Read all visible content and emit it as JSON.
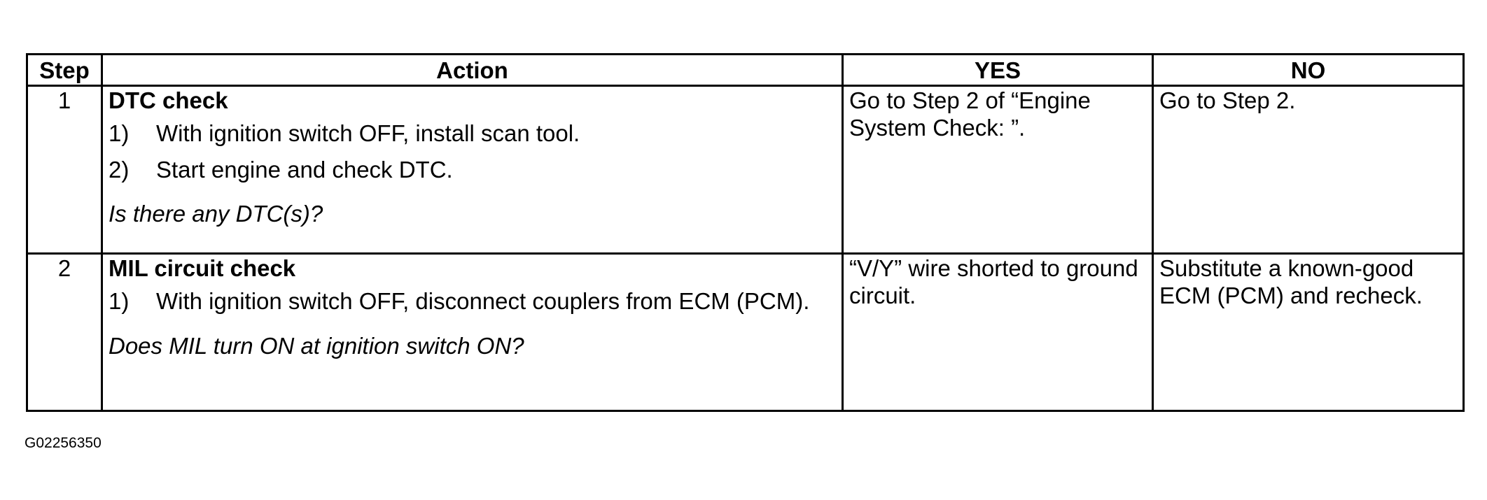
{
  "table": {
    "headers": {
      "step": "Step",
      "action": "Action",
      "yes": "YES",
      "no": "NO"
    },
    "rows": [
      {
        "step": "1",
        "title": "DTC check",
        "substeps": [
          {
            "num": "1)",
            "text": "With ignition switch OFF, install scan tool."
          },
          {
            "num": "2)",
            "text": "Start engine and check DTC."
          }
        ],
        "question": "Is there any DTC(s)?",
        "yes": "Go to Step 2 of “Engine System Check: ”.",
        "no": "Go to Step 2."
      },
      {
        "step": "2",
        "title": "MIL circuit check",
        "substeps": [
          {
            "num": "1)",
            "text": "With ignition switch OFF, disconnect couplers from ECM (PCM)."
          }
        ],
        "question": "Does MIL turn ON at ignition switch ON?",
        "yes": "“V/Y” wire shorted to ground circuit.",
        "no": "Substitute a known-good ECM (PCM) and recheck."
      }
    ]
  },
  "figure_id": "G02256350"
}
